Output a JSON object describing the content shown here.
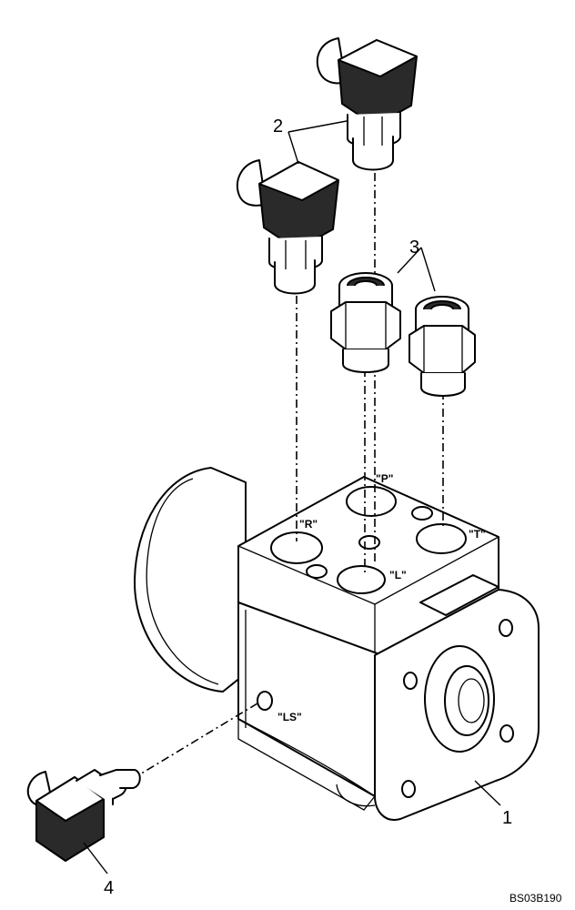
{
  "callouts": {
    "c1": "1",
    "c2": "2",
    "c3": "3",
    "c4": "4"
  },
  "ports": {
    "p": "\"P\"",
    "r": "\"R\"",
    "t": "\"T\"",
    "l": "\"L\"",
    "ls": "\"LS\""
  },
  "drawing_code": "BS03B190"
}
